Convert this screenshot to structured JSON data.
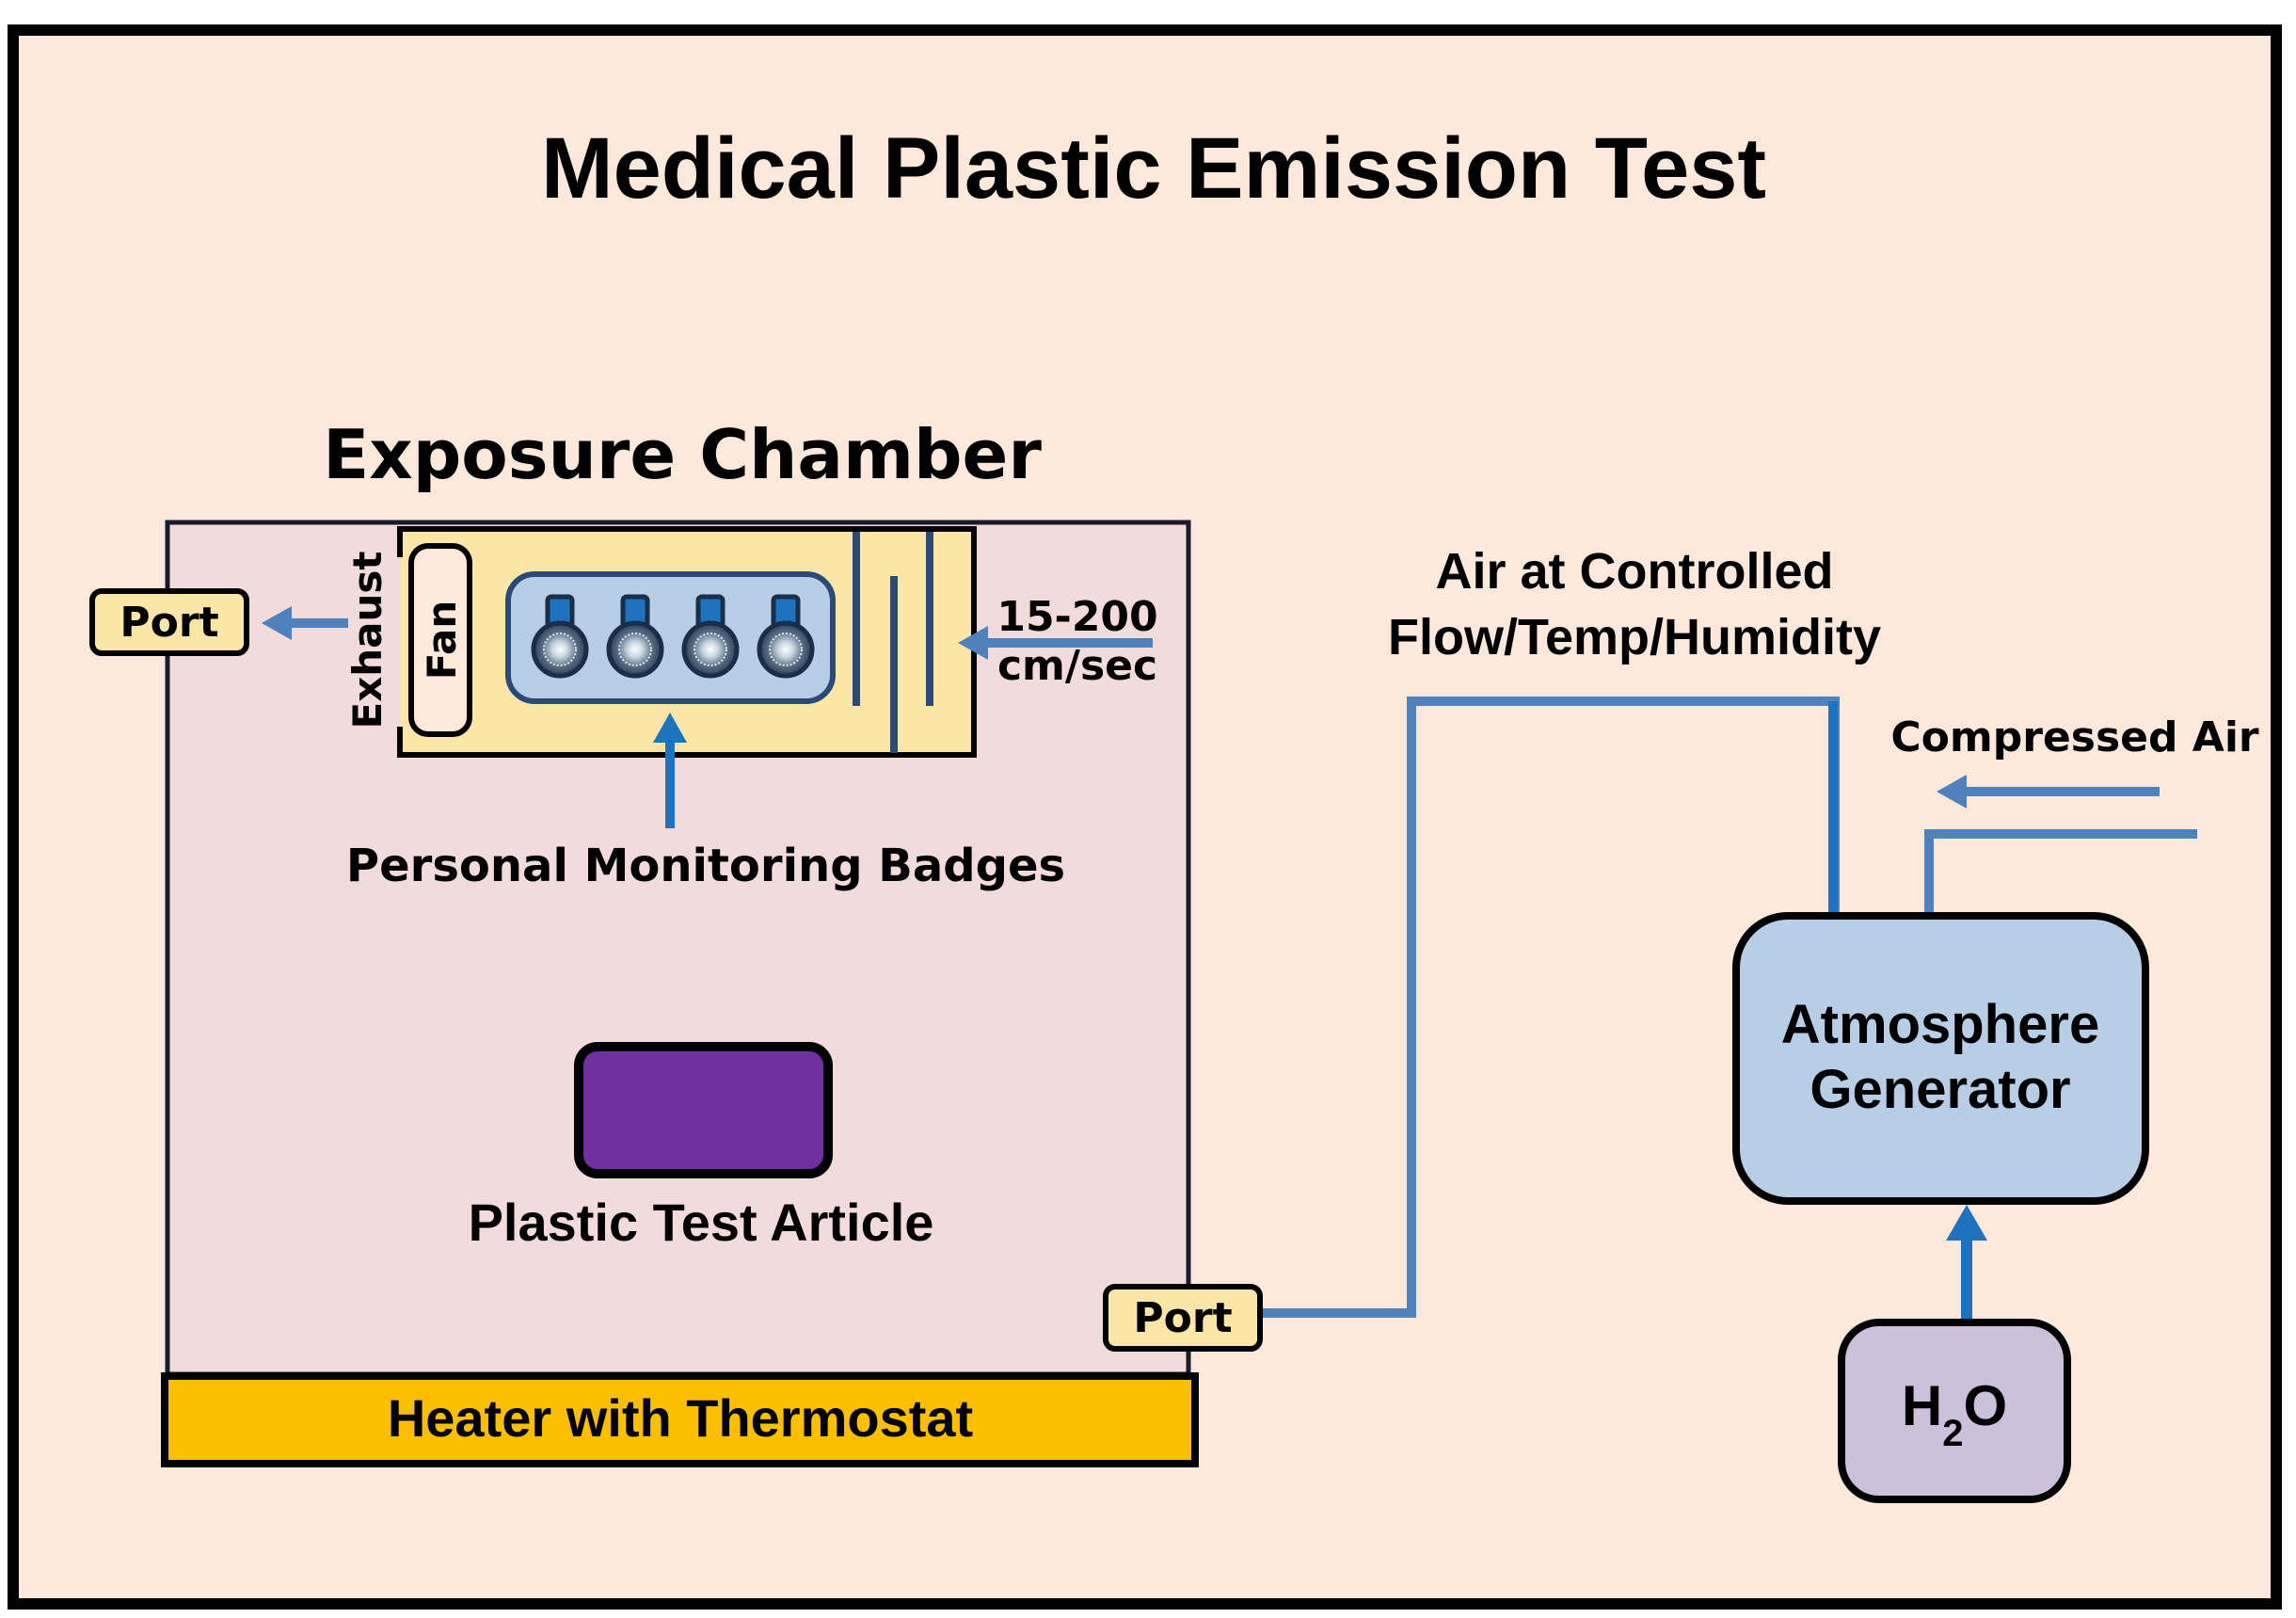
{
  "title": "Medical Plastic Emission Test",
  "chamber": {
    "title": "Exposure Chamber",
    "exhaust_label": "Exhaust",
    "fan_label": "Fan",
    "exhaust_port_label": "Port",
    "inlet_port_label": "Port",
    "airflow_speed_line1": "15-200",
    "airflow_speed_line2": "cm/sec",
    "badges_label": "Personal Monitoring Badges",
    "test_article_label": "Plastic Test Article",
    "heater_label": "Heater with Thermostat"
  },
  "controlled_air": {
    "line1": "Air at Controlled",
    "line2": "Flow/Temp/Humidity"
  },
  "compressed_air_label": "Compressed Air",
  "generator": {
    "line1": "Atmosphere",
    "line2": "Generator"
  },
  "water": {
    "main": "H",
    "subscript": "2",
    "tail": "O"
  },
  "badge_count": 4,
  "colors": {
    "background": "#fde9db",
    "chamber_fill": "#f1dcdb",
    "inner_box_fill": "#fbe6a8",
    "badge_holder_fill": "#b8cde6",
    "port_fill": "#fbe6a8",
    "heater_fill": "#fcbf00",
    "test_article_fill": "#7030a0",
    "generator_fill": "#b8cde6",
    "water_fill": "#ccc0da",
    "pipe_blue": "#1e73be",
    "arrow_blue": "#4f81bd",
    "outline": "#000000"
  }
}
